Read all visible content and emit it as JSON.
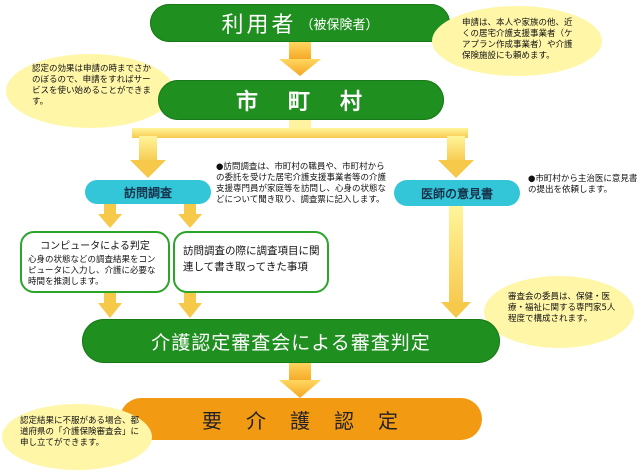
{
  "top": {
    "title": "利用者",
    "subtitle": "（被保険者）"
  },
  "notes": {
    "left_top": "認定の効果は申請の時までさかのぼるので、申請をすればサービスを使い始めることができます。",
    "right_top": "申請は、本人や家族の他、近くの居宅介護支援事業者（ケアプラン作成事業者）や介護保険施設にも頼めます。",
    "visit_note": "●訪問調査は、市町村の職員や、市町村からの委託を受けた居宅介護支援事業者等の介護支援専門員が家庭等を訪問し、心身の状態などについて聞き取り、調査票に記入します。",
    "doctor_note": "●市町村から主治医に意見書の提出を依頼します。",
    "committee_note": "審査会の委員は、保健・医療・福祉に関する専門家5人程度で構成されます。",
    "appeal_note": "認定結果に不服がある場合、都道府県の「介護保険審査会」に申し立てができます。"
  },
  "municipality": {
    "label": "市　町　村"
  },
  "visit": {
    "label": "訪問調査",
    "computer_title": "コンピュータによる判定",
    "computer_desc": "心身の状態などの調査結果をコンピュータに入力し、介護に必要な時間を推測します。",
    "interview_desc": "訪問調査の際に調査項目に関連して書き取ってきた事項"
  },
  "doctor": {
    "label": "医師の意見書"
  },
  "review": {
    "label": "介護認定審査会による審査判定"
  },
  "final": {
    "label": "要　介　護　認　定"
  },
  "colors": {
    "green": "#1f8f1f",
    "teal": "#33c6d8",
    "yellow_note": "#fff6a8",
    "arrow": "#f6c94a",
    "orange": "#f29a12"
  }
}
